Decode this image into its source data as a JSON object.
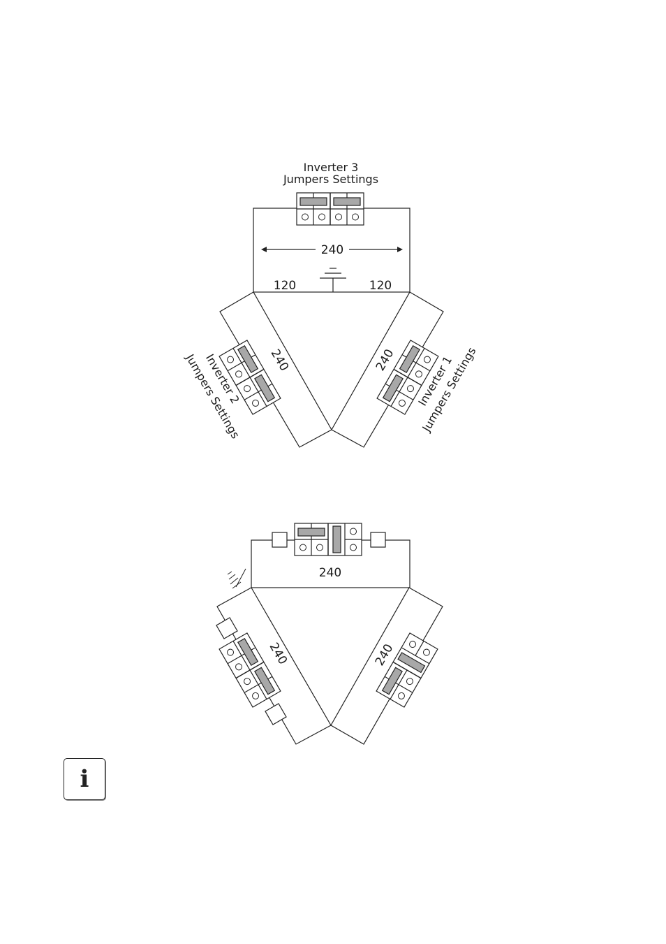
{
  "diagram_top": {
    "inverter3_label_line1": "Inverter 3",
    "inverter3_label_line2": "Jumpers Settings",
    "inverter2_label_line1": "Inverter 2",
    "inverter2_label_line2": "Jumpers Settings",
    "inverter1_label_line1": "Inverter 1",
    "inverter1_label_line2": "Jumpers Settings",
    "voltage_span_top": "240",
    "voltage_left_half": "120",
    "voltage_right_half": "120",
    "voltage_left_leg": "240",
    "voltage_right_leg": "240"
  },
  "diagram_bottom": {
    "voltage_top": "240",
    "voltage_left_leg": "240",
    "voltage_right_leg": "240"
  },
  "info_note": {
    "icon": "info-icon",
    "glyph": "i"
  }
}
